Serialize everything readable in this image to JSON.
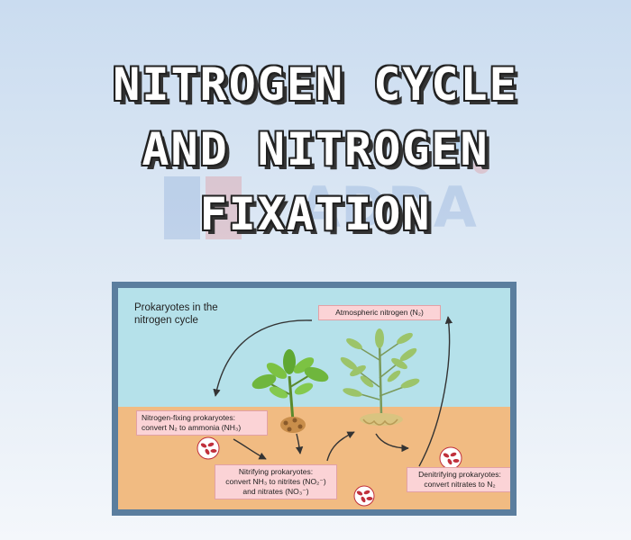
{
  "title": {
    "lines": [
      "NITROGEN CYCLE",
      "AND NITROGEN",
      "FIXATION"
    ]
  },
  "watermark": {
    "logo_text": "ADDA",
    "trademark": "™"
  },
  "diagram": {
    "heading": [
      "Prokaryotes in the",
      "nitrogen cycle"
    ],
    "labels": {
      "atmospheric": [
        "Atmospheric nitrogen (N₂)"
      ],
      "fixing": [
        "Nitrogen-fixing prokaryotes:",
        "convert N₂ to ammonia (NH₃)"
      ],
      "nitrifying": [
        "Nitrifying prokaryotes:",
        "convert NH₃ to nitrites (NO₂⁻)",
        "and nitrates (NO₃⁻)"
      ],
      "denitrifying": [
        "Denitrifying prokaryotes:",
        "convert nitrates to N₂"
      ]
    },
    "colors": {
      "sky": "#b5e1ea",
      "soil": "#f1bb82",
      "frame": "#5b7e9e",
      "label_fill": "#fbd3d6",
      "arrow": "#333333",
      "bacteria": "#c0303c"
    }
  }
}
